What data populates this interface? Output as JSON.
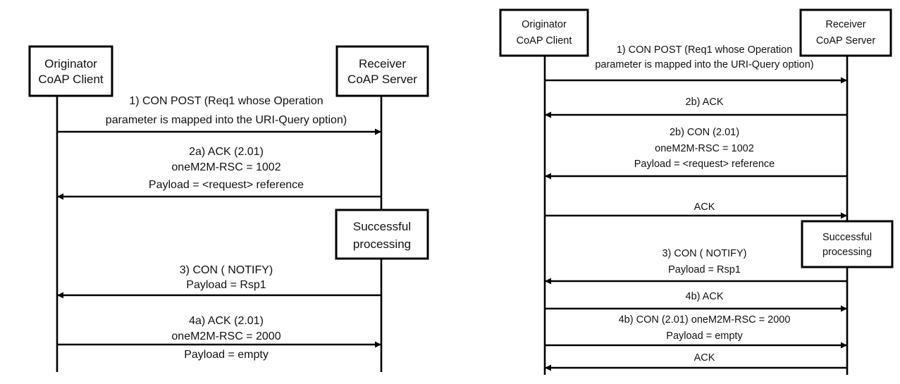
{
  "diagrams": [
    {
      "id": "left",
      "participants": {
        "originator": [
          "Originator",
          "CoAP Client"
        ],
        "receiver": [
          "Receiver",
          "CoAP Server"
        ]
      },
      "process_box": [
        "Successful",
        "processing"
      ],
      "messages": [
        {
          "id": "m1",
          "direction": "to-receiver",
          "lines": [
            "1)   CON POST (Req1 whose Operation",
            "parameter is mapped into the URI-Query option)"
          ]
        },
        {
          "id": "m2a",
          "direction": "to-originator",
          "lines": [
            "2a) ACK (2.01)",
            "oneM2M-RSC = 1002",
            "Payload = <request> reference"
          ]
        },
        {
          "id": "m3",
          "direction": "to-originator",
          "lines": [
            "3) CON ( NOTIFY)",
            "Payload = Rsp1"
          ]
        },
        {
          "id": "m4a",
          "direction": "to-receiver",
          "lines": [
            "4a) ACK (2.01)",
            "oneM2M-RSC = 2000",
            "Payload = empty"
          ]
        }
      ]
    },
    {
      "id": "right",
      "participants": {
        "originator": [
          "Originator",
          "CoAP Client"
        ],
        "receiver": [
          "Receiver",
          "CoAP Server"
        ]
      },
      "process_box": [
        "Successful",
        "processing"
      ],
      "messages": [
        {
          "id": "m1",
          "direction": "to-receiver",
          "lines": [
            "1)   CON POST (Req1 whose Operation",
            "parameter is mapped into the URI-Query option)"
          ]
        },
        {
          "id": "m2b-ack",
          "direction": "to-originator",
          "lines": [
            "2b) ACK"
          ]
        },
        {
          "id": "m2b-con",
          "direction": "to-originator",
          "lines": [
            "2b) CON (2.01)",
            "oneM2M-RSC = 1002",
            "Payload = <request> reference"
          ]
        },
        {
          "id": "m-ack1",
          "direction": "to-receiver",
          "lines": [
            "ACK"
          ]
        },
        {
          "id": "m3",
          "direction": "to-originator",
          "lines": [
            "3) CON ( NOTIFY)",
            "Payload = Rsp1"
          ]
        },
        {
          "id": "m4b-ack",
          "direction": "to-receiver",
          "lines": [
            "4b) ACK"
          ]
        },
        {
          "id": "m4b-con",
          "direction": "to-receiver",
          "lines": [
            "4b) CON (2.01) oneM2M-RSC = 2000",
            "Payload = empty"
          ]
        },
        {
          "id": "m-ack2",
          "direction": "to-originator",
          "lines": [
            "ACK"
          ]
        }
      ]
    }
  ]
}
